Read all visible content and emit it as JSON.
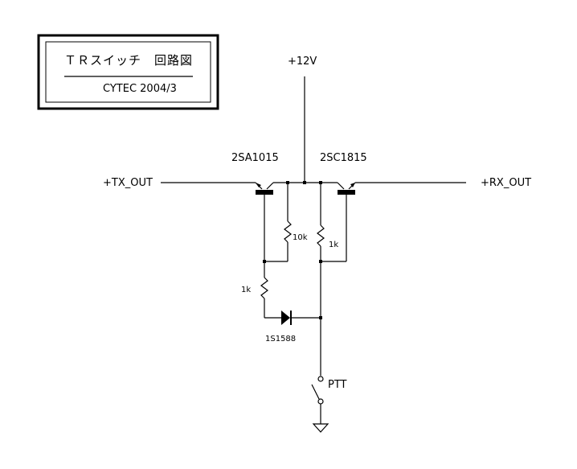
{
  "title_box": {
    "title": "ＴＲスイッチ　回路図",
    "subtitle": "CYTEC 2004/3"
  },
  "labels": {
    "supply": "+12V",
    "tx_out": "+TX_OUT",
    "rx_out": "+RX_OUT",
    "ptt": "PTT"
  },
  "components": {
    "q1": "2SA1015",
    "q2": "2SC1815",
    "r_10k": "10k",
    "r_1k_right": "1k",
    "r_1k_left": "1k",
    "diode": "1S1588"
  }
}
